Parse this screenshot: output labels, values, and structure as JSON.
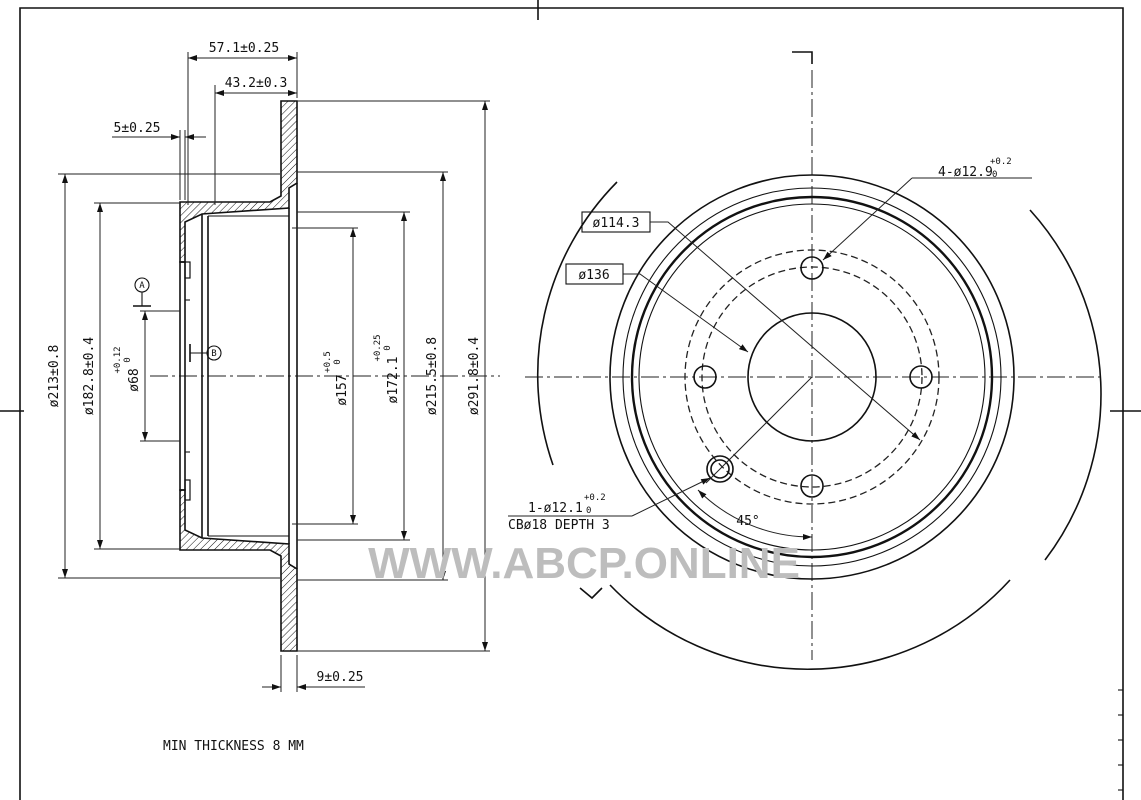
{
  "side_view": {
    "dim_total_height": "57.1±0.25",
    "dim_hat_height": "43.2±0.3",
    "dim_hat_wall": "5±0.25",
    "dim_disc_thickness": "9±0.25",
    "dia_213": "ø213±0.8",
    "dia_182_8": "ø182.8±0.4",
    "dia_68": "ø68",
    "tol_68_upper": "+0.12",
    "tol_68_lower": "0",
    "dia_157": "ø157",
    "tol_157_upper": "+0.5",
    "tol_157_lower": "0",
    "dia_172_1": "ø172.1",
    "tol_172_upper": "+0.25",
    "tol_172_lower": "0",
    "dia_215_5": "ø215.5±0.8",
    "dia_291_8": "ø291.8±0.4",
    "datum_a": "A",
    "datum_b": "B"
  },
  "front_view": {
    "bolt_holes": "4-ø12.9",
    "bolt_tol_upper": "+0.2",
    "bolt_tol_lower": "0",
    "pcd": "ø114.3",
    "hub_dia": "ø136",
    "screw_hole": "1-ø12.1",
    "screw_tol_upper": "+0.2",
    "screw_tol_lower": "0",
    "counterbore": "CBø18 DEPTH 3",
    "angle": "45°"
  },
  "notes": {
    "min_thickness": "MIN THICKNESS 8 MM"
  },
  "watermark": "WWW.ABCP.ONLINE"
}
